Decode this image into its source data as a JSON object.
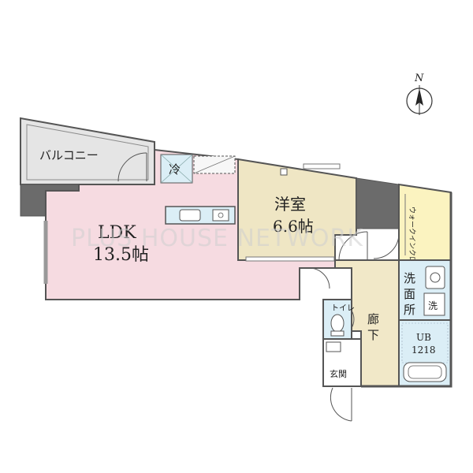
{
  "compass": {
    "letter": "N"
  },
  "rooms": {
    "balcony": "バルコニー",
    "ldk_name": "LDK",
    "ldk_size": "13.5帖",
    "fridge": "冷",
    "western_name": "洋室",
    "western_size": "6.6帖",
    "walkin_closet": "ウォークインクローゼット",
    "washroom_1": "洗",
    "washroom_2": "面",
    "washroom_3": "所",
    "washer": "洗",
    "toilet": "トイレ",
    "hallway_1": "廊",
    "hallway_2": "下",
    "ub_label": "UB",
    "ub_size": "1218",
    "entrance": "玄関"
  },
  "watermark": "PLUS HOUSE NETWORK",
  "colors": {
    "ldk": "#f6dbe1",
    "western": "#efe6c4",
    "closet": "#fbf3c0",
    "hallway": "#f1e8c8",
    "wet": "#dbeef6",
    "balcony": "#e3e3e3",
    "wall": "#555555",
    "wall_thick": "#6d6d6d"
  }
}
